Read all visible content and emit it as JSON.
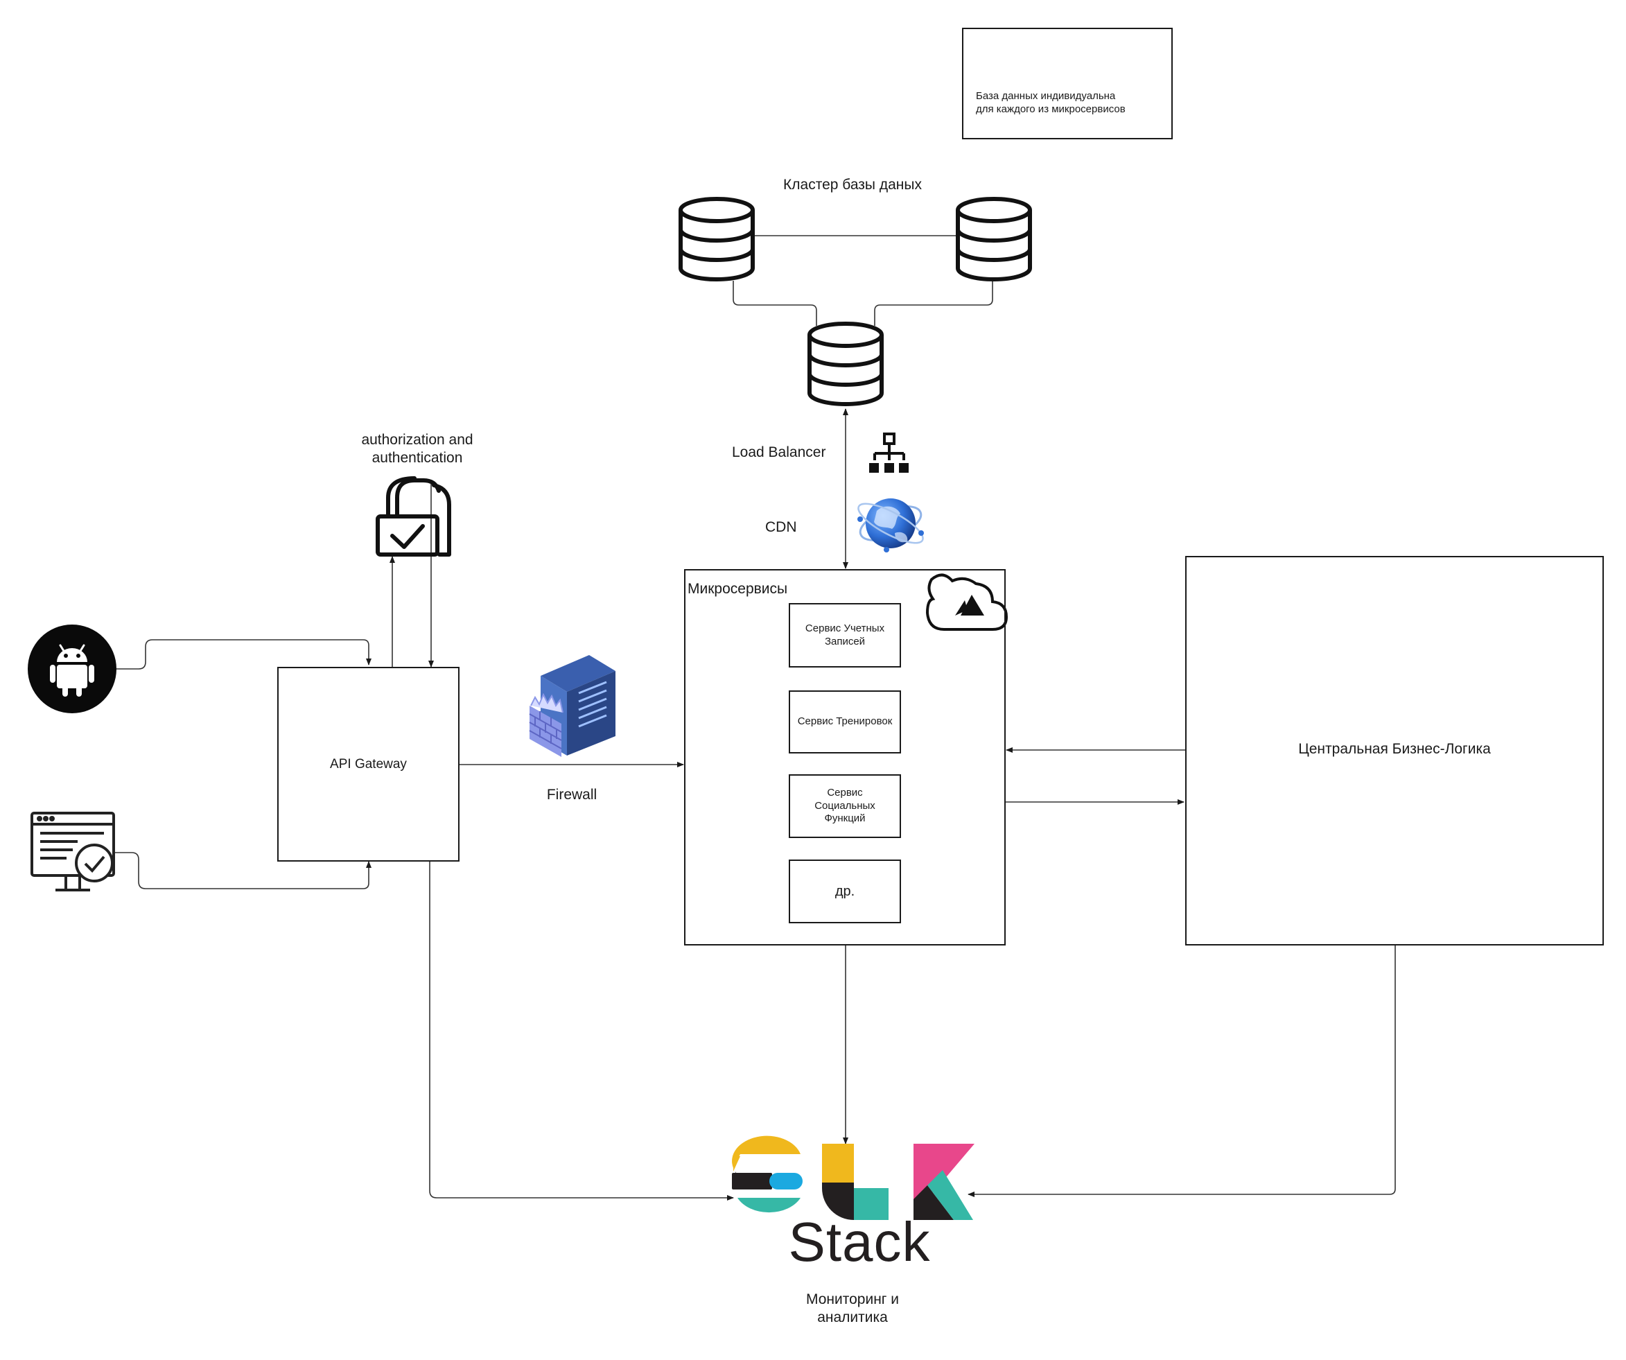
{
  "note": {
    "text": "База данных индивидуальна\nдля каждого из микросервисов",
    "icon": "lightbulb-icon"
  },
  "db_cluster": {
    "label": "Кластер базы даных"
  },
  "load_balancer": {
    "label": "Load Balancer",
    "icon": "network-hierarchy-icon"
  },
  "cdn": {
    "label": "CDN",
    "icon": "globe-icon"
  },
  "auth": {
    "label": "authorization and\nauthentication",
    "icon": "lock-check-icon"
  },
  "api_gateway": {
    "label": "API Gateway"
  },
  "firewall": {
    "label": "Firewall",
    "icon": "firewall-server-icon"
  },
  "clients": {
    "android_icon": "android-icon",
    "web_icon": "web-browser-check-icon"
  },
  "microservices": {
    "title": "Микросервисы",
    "cloud_icon": "azure-cloud-icon",
    "services": [
      "Сервис Учетных\nЗаписей",
      "Сервис Тренировок",
      "Сервис\nСоциальных\nФункций",
      "др."
    ]
  },
  "business_logic": {
    "label": "Центральная Бизнес-Логика"
  },
  "elk": {
    "logo_text": "Stack",
    "label": "Мониторинг и\nаналитика",
    "colors": {
      "yellow": "#F0B81D",
      "teal": "#36B8A6",
      "blue": "#1BA9E0",
      "pink": "#E8478B",
      "dark": "#231F20"
    }
  }
}
